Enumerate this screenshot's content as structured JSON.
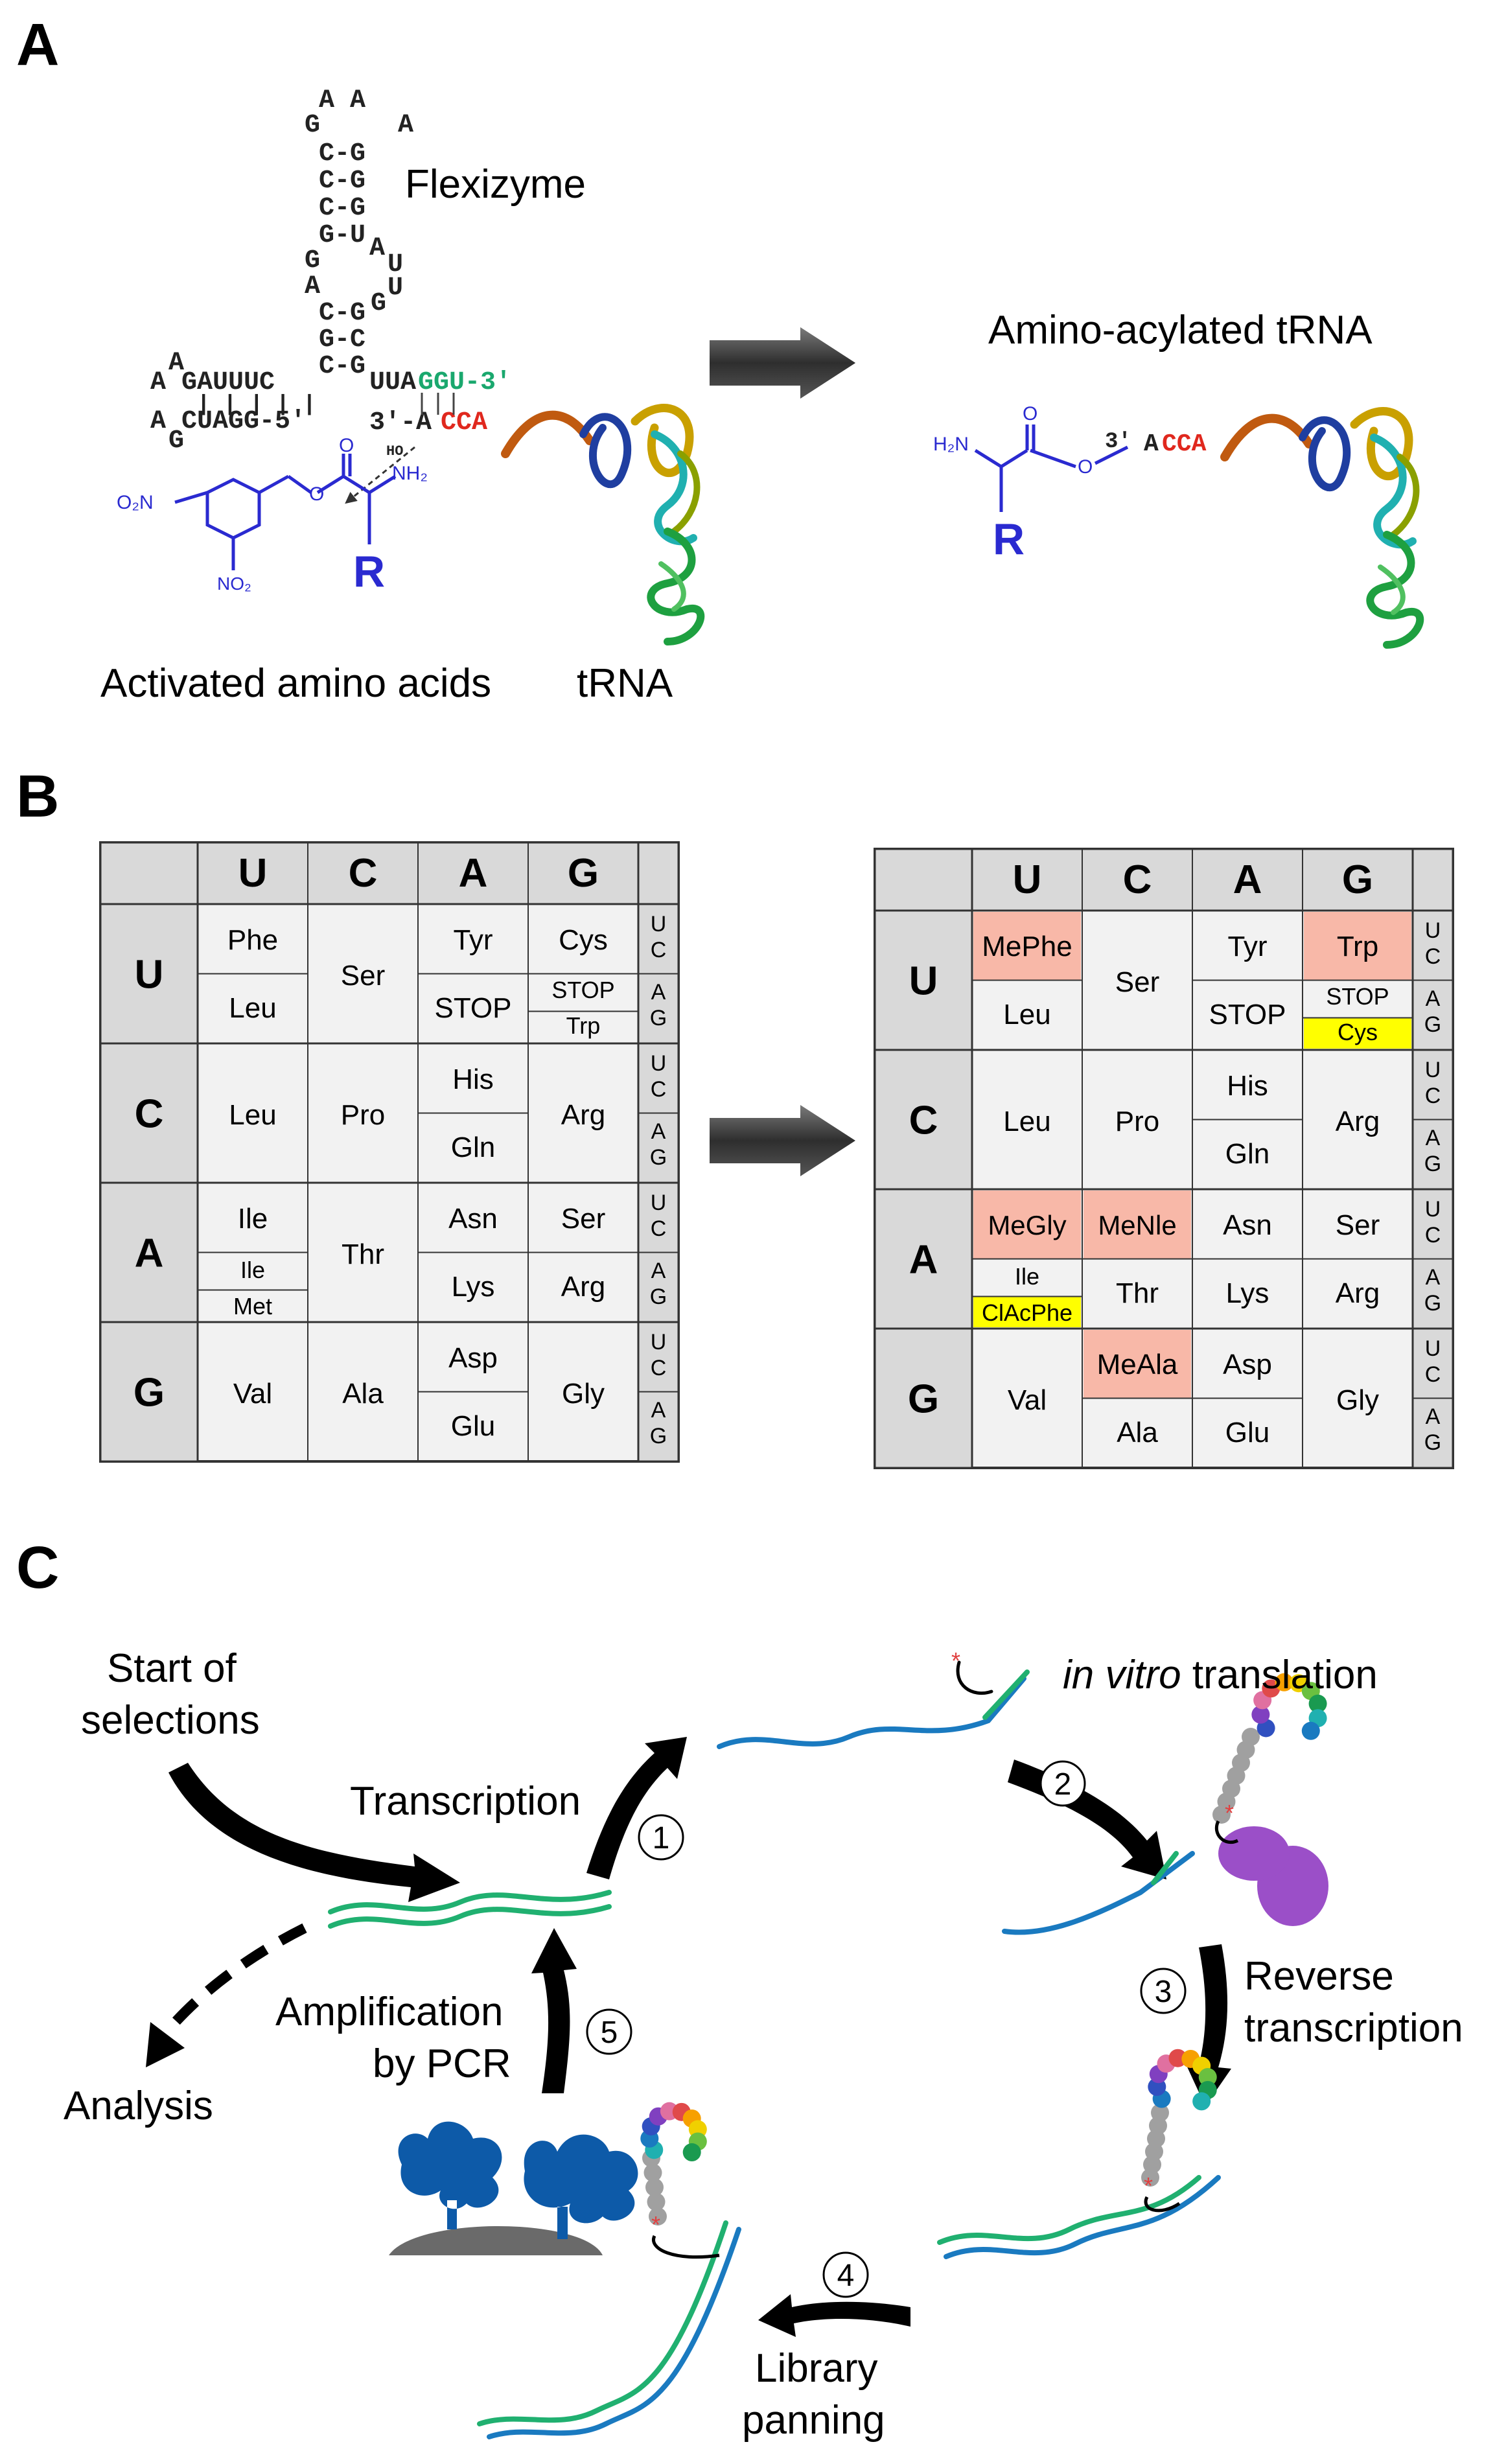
{
  "panel_labels": {
    "a": "A",
    "b": "B",
    "c": "C"
  },
  "panelA": {
    "flexizyme_label": "Flexizyme",
    "acylated_label": "Amino-acylated tRNA",
    "activated_label": "Activated amino acids",
    "trna_label": "tRNA",
    "rna_rows": [
      "A A",
      "G     A",
      "C-G",
      "C-G",
      "C-G",
      "G-U",
      "G",
      "A",
      "C-G",
      "G-C",
      "C-G"
    ],
    "rna_extra": {
      "a_bulge": "A",
      "u1": "U",
      "u2": "U",
      "g_bulge": "G",
      "left_top": "A GAUUUC",
      "left_a": "A",
      "left_bottom": "A CUAGG-5'",
      "left_g": "G",
      "pairs": "| | | | |",
      "uua": "UUA",
      "ggu": "GGU-3'",
      "trna_end_prefix": "3'-A",
      "trna_end_cca": "CCA",
      "ho": "HO",
      "prod_3": "3'",
      "prod_a": "A",
      "prod_cca": "CCA"
    },
    "chem": {
      "o2n": "O₂N",
      "no2": "NO₂",
      "nh2": "NH₂",
      "h2n": "H₂N",
      "o": "O",
      "r": "R"
    }
  },
  "panelB": {
    "col_headers": [
      "U",
      "C",
      "A",
      "G"
    ],
    "row_headers": [
      "U",
      "C",
      "A",
      "G"
    ],
    "third_pos": [
      "U",
      "C",
      "A",
      "G"
    ],
    "left_cells": {
      "UU_1": "Phe",
      "UU_2": "Leu",
      "UC": "Ser",
      "UA_1": "Tyr",
      "UA_2": "STOP",
      "UG_1": "Cys",
      "UG_2": "STOP",
      "UG_3": "Trp",
      "CU": "Leu",
      "CC": "Pro",
      "CA_1": "His",
      "CA_2": "Gln",
      "CG": "Arg",
      "AU_1": "Ile",
      "AU_2": "Ile",
      "AU_3": "Met",
      "AC": "Thr",
      "AA_1": "Asn",
      "AA_2": "Lys",
      "AG_1": "Ser",
      "AG_2": "Arg",
      "GU": "Val",
      "GC": "Ala",
      "GA_1": "Asp",
      "GA_2": "Glu",
      "GG": "Gly"
    },
    "right_cells": {
      "UU_1": "MePhe",
      "UU_2": "Leu",
      "UC": "Ser",
      "UA_1": "Tyr",
      "UA_2": "STOP",
      "UG_1": "Trp",
      "UG_2": "STOP",
      "UG_3": "Cys",
      "CU": "Leu",
      "CC": "Pro",
      "CA_1": "His",
      "CA_2": "Gln",
      "CG": "Arg",
      "AU_1": "MeGly",
      "AC_1": "MeNle",
      "AU_2": "Ile",
      "AU_3": "ClAcPhe",
      "AC_2": "Thr",
      "AA_1": "Asn",
      "AA_2": "Lys",
      "AG_1": "Ser",
      "AG_2": "Arg",
      "GU": "Val",
      "GC_1": "MeAla",
      "GC_2": "Ala",
      "GA_1": "Asp",
      "GA_2": "Glu",
      "GG": "Gly"
    },
    "colors": {
      "header_bg": "#d9d9d9",
      "cell_bg": "#f2f2f2",
      "salmon": "#f8b8a8",
      "yellow": "#ffff00"
    }
  },
  "panelC": {
    "start": [
      "Start of",
      "selections"
    ],
    "transcription": "Transcription",
    "in_vitro_italic": "in vitro",
    "translation": " translation",
    "reverse": [
      "Reverse",
      "transcription"
    ],
    "library": [
      "Library",
      "panning"
    ],
    "amplification": [
      "Amplification",
      "by PCR"
    ],
    "analysis": "Analysis",
    "steps": [
      "1",
      "2",
      "3",
      "4",
      "5"
    ]
  }
}
